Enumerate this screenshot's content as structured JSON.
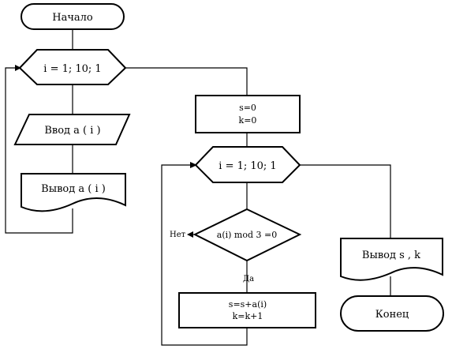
{
  "diagram": {
    "start": {
      "label": "Начало"
    },
    "outer_loop": {
      "label": "i = 1; 10; 1"
    },
    "input": {
      "label": "Ввод a ( i )"
    },
    "output_a": {
      "label": "Вывод a ( i )"
    },
    "init": {
      "line1": "s=0",
      "line2": "k=0"
    },
    "inner_loop": {
      "label": "i = 1; 10; 1"
    },
    "condition": {
      "label": "a(i) mod 3 =0",
      "yes_label": "Да",
      "no_label": "Нет"
    },
    "accumulate": {
      "line1": "s=s+a(i)",
      "line2": "k=k+1"
    },
    "output_sk": {
      "label": "Вывод s , k"
    },
    "end": {
      "label": "Конец"
    }
  }
}
